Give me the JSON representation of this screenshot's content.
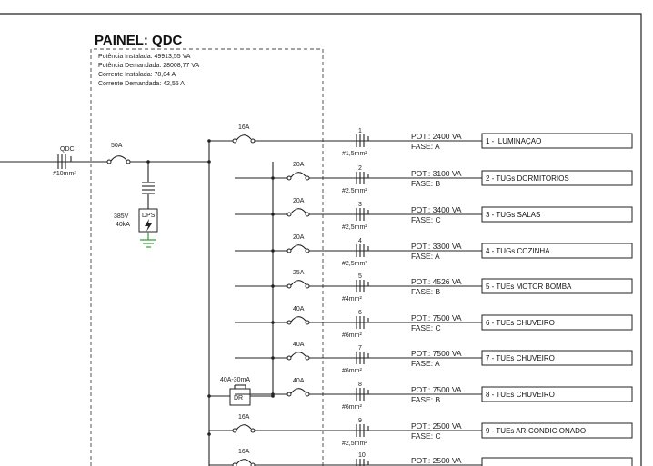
{
  "panel": {
    "title": "PAINEL: QDC",
    "info": [
      "Potência Instalada: 49913,55 VA",
      "Potência Demandada: 28008,77 VA",
      "Corrente Instalada: 78,04 A",
      "Corrente Demandada: 42,55 A"
    ]
  },
  "feeder": {
    "name": "QDC",
    "cable": "#10mm²",
    "main_breaker": "50A"
  },
  "dps": {
    "label": "DPS",
    "voltage": "385V",
    "current": "40kA"
  },
  "dr": {
    "label": "DR",
    "rating": "40A-30mA"
  },
  "circuits": [
    {
      "num": "1",
      "breaker": "16A",
      "cable": "#1,5mm²",
      "pot": "POT.: 2400 VA",
      "fase": "FASE: A",
      "label": "1 - ILUMINAÇAO"
    },
    {
      "num": "2",
      "breaker": "20A",
      "cable": "#2,5mm²",
      "pot": "POT.: 3100 VA",
      "fase": "FASE: B",
      "label": "2 - TUGs DORMITORIOS"
    },
    {
      "num": "3",
      "breaker": "20A",
      "cable": "#2,5mm²",
      "pot": "POT.: 3400 VA",
      "fase": "FASE: C",
      "label": "3 - TUGs SALAS"
    },
    {
      "num": "4",
      "breaker": "20A",
      "cable": "#2,5mm²",
      "pot": "POT.: 3300 VA",
      "fase": "FASE: A",
      "label": "4 - TUGs COZINHA"
    },
    {
      "num": "5",
      "breaker": "25A",
      "cable": "#4mm²",
      "pot": "POT.: 4526 VA",
      "fase": "FASE: B",
      "label": "5 - TUEs MOTOR BOMBA"
    },
    {
      "num": "6",
      "breaker": "40A",
      "cable": "#6mm²",
      "pot": "POT.: 7500 VA",
      "fase": "FASE: C",
      "label": "6 - TUEs CHUVEIRO"
    },
    {
      "num": "7",
      "breaker": "40A",
      "cable": "#6mm²",
      "pot": "POT.: 7500 VA",
      "fase": "FASE: A",
      "label": "7 - TUEs CHUVEIRO"
    },
    {
      "num": "8",
      "breaker": "40A",
      "cable": "#6mm²",
      "pot": "POT.: 7500 VA",
      "fase": "FASE: B",
      "label": "8 - TUEs CHUVEIRO"
    },
    {
      "num": "9",
      "breaker": "16A",
      "cable": "#2,5mm²",
      "pot": "POT.: 2500 VA",
      "fase": "FASE: C",
      "label": "9 - TUEs AR-CONDICIONADO"
    },
    {
      "num": "10",
      "breaker": "16A",
      "cable": "",
      "pot": "POT.: 2500 VA",
      "fase": "",
      "label": ""
    }
  ]
}
